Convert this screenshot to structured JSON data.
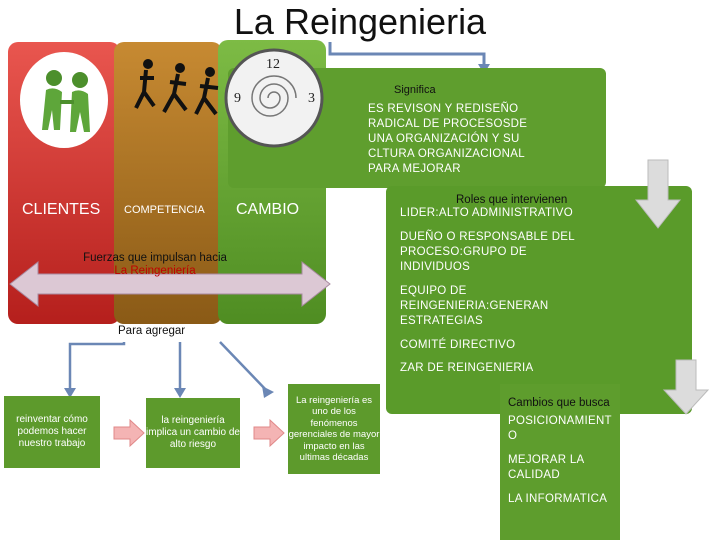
{
  "title": "La Reingenieria",
  "columns": {
    "clientes": "CLIENTES",
    "competencia": "COMPETENCIA",
    "cambio": "CAMBIO"
  },
  "significa": {
    "heading": "Significa",
    "body": "ES REVISON Y REDISEÑO RADICAL DE PROCESOSDE UNA ORGANIZACIÓN Y SU CLTURA ORGANIZACIONAL PARA MEJORAR"
  },
  "fuerzas": {
    "line1": "Fuerzas que impulsan hacia",
    "line2": "La Reingeniería"
  },
  "para_agregar": "Para agregar",
  "roles": {
    "heading": "Roles que intervienen",
    "items": [
      "LIDER:ALTO ADMINISTRATIVO",
      "DUEÑO O RESPONSABLE DEL PROCESO:GRUPO DE INDIVIDUOS",
      "EQUIPO DE REINGENIERIA:GENERAN ESTRATEGIAS",
      "COMITÉ DIRECTIVO",
      "ZAR DE REINGENIERIA"
    ]
  },
  "flow": [
    "reinventar cómo podemos hacer nuestro trabajo",
    "la reingeniería implica un cambio de alto riesgo",
    "La reingeniería es uno de los fenómenos gerenciales de mayor impacto en las ultimas décadas"
  ],
  "cambios": {
    "heading": "Cambios que busca",
    "items": [
      "POSICIONAMIENT O",
      "MEJORAR LA CALIDAD",
      "LA INFORMATICA"
    ]
  },
  "colors": {
    "red": "#d43c36",
    "brown": "#b07a28",
    "green": "#5f9e2e",
    "pink_arrow": "#f4b4b4",
    "grey_arrow": "#d9d9d9",
    "fuerzas_highlight": "#c00000"
  },
  "icons": [
    "people-handshake-icon",
    "runners-icon",
    "clock-icon"
  ]
}
